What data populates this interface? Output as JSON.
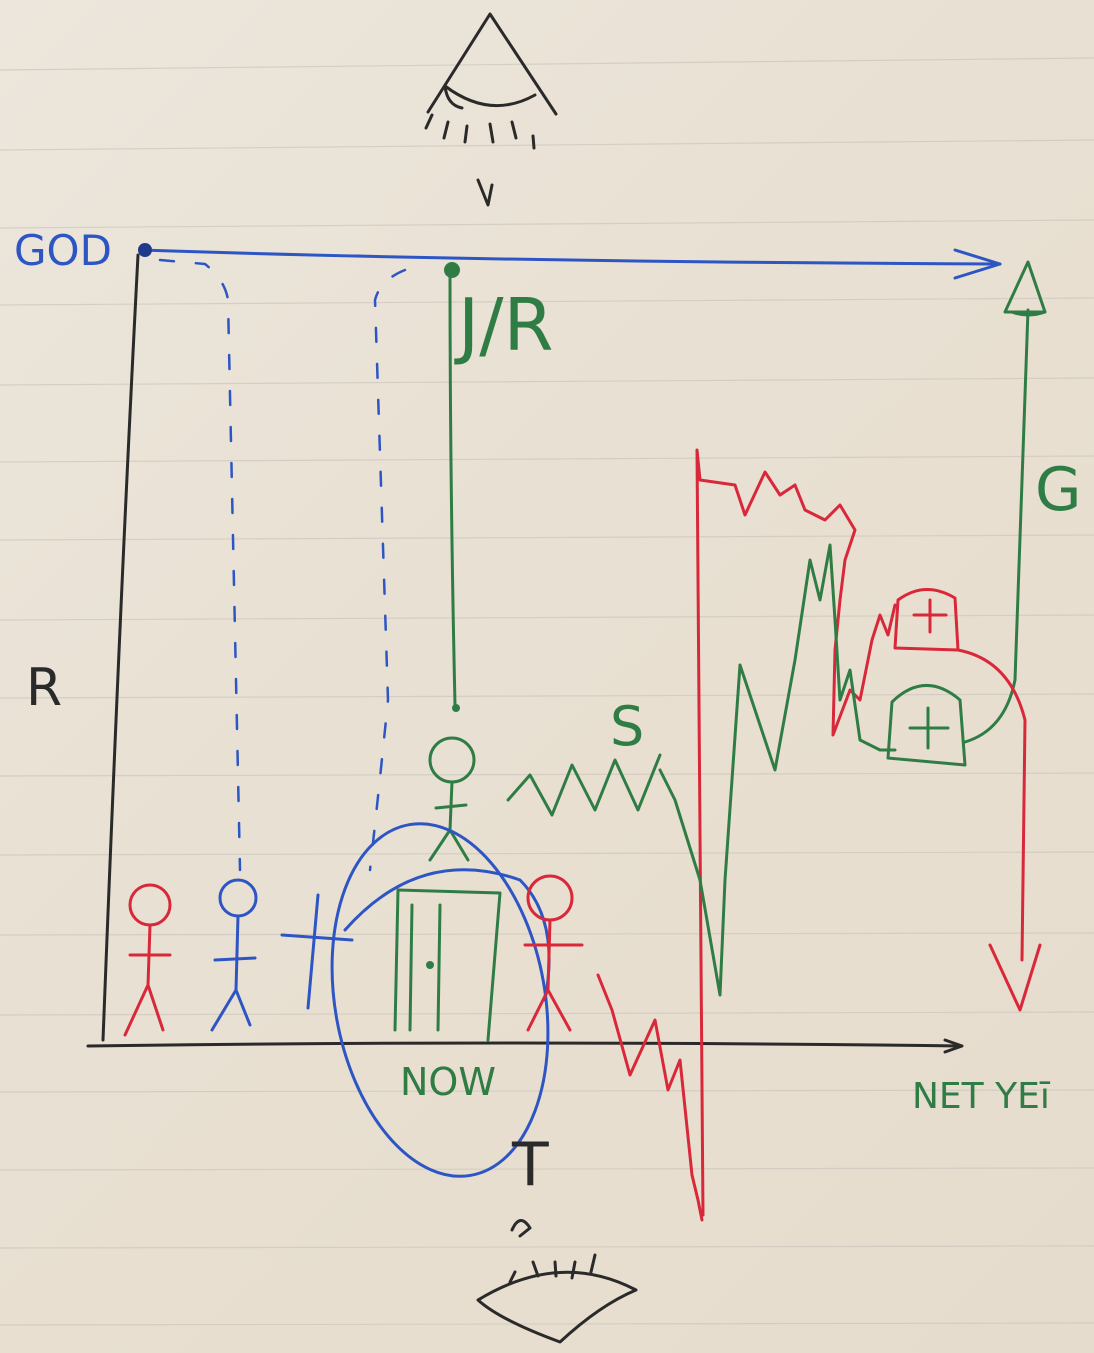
{
  "labels": {
    "god": "GOD",
    "jr": "J/R",
    "r": "R",
    "g": "G",
    "s": "S",
    "now": "NOW",
    "not_yet": "NET YEī",
    "t": "T"
  },
  "colors": {
    "paper": "#e9e2d6",
    "rule": "#c9c4bd",
    "blue": "#2d55c4",
    "green": "#2f7d45",
    "red": "#d8283a",
    "black": "#2a2a2a"
  }
}
